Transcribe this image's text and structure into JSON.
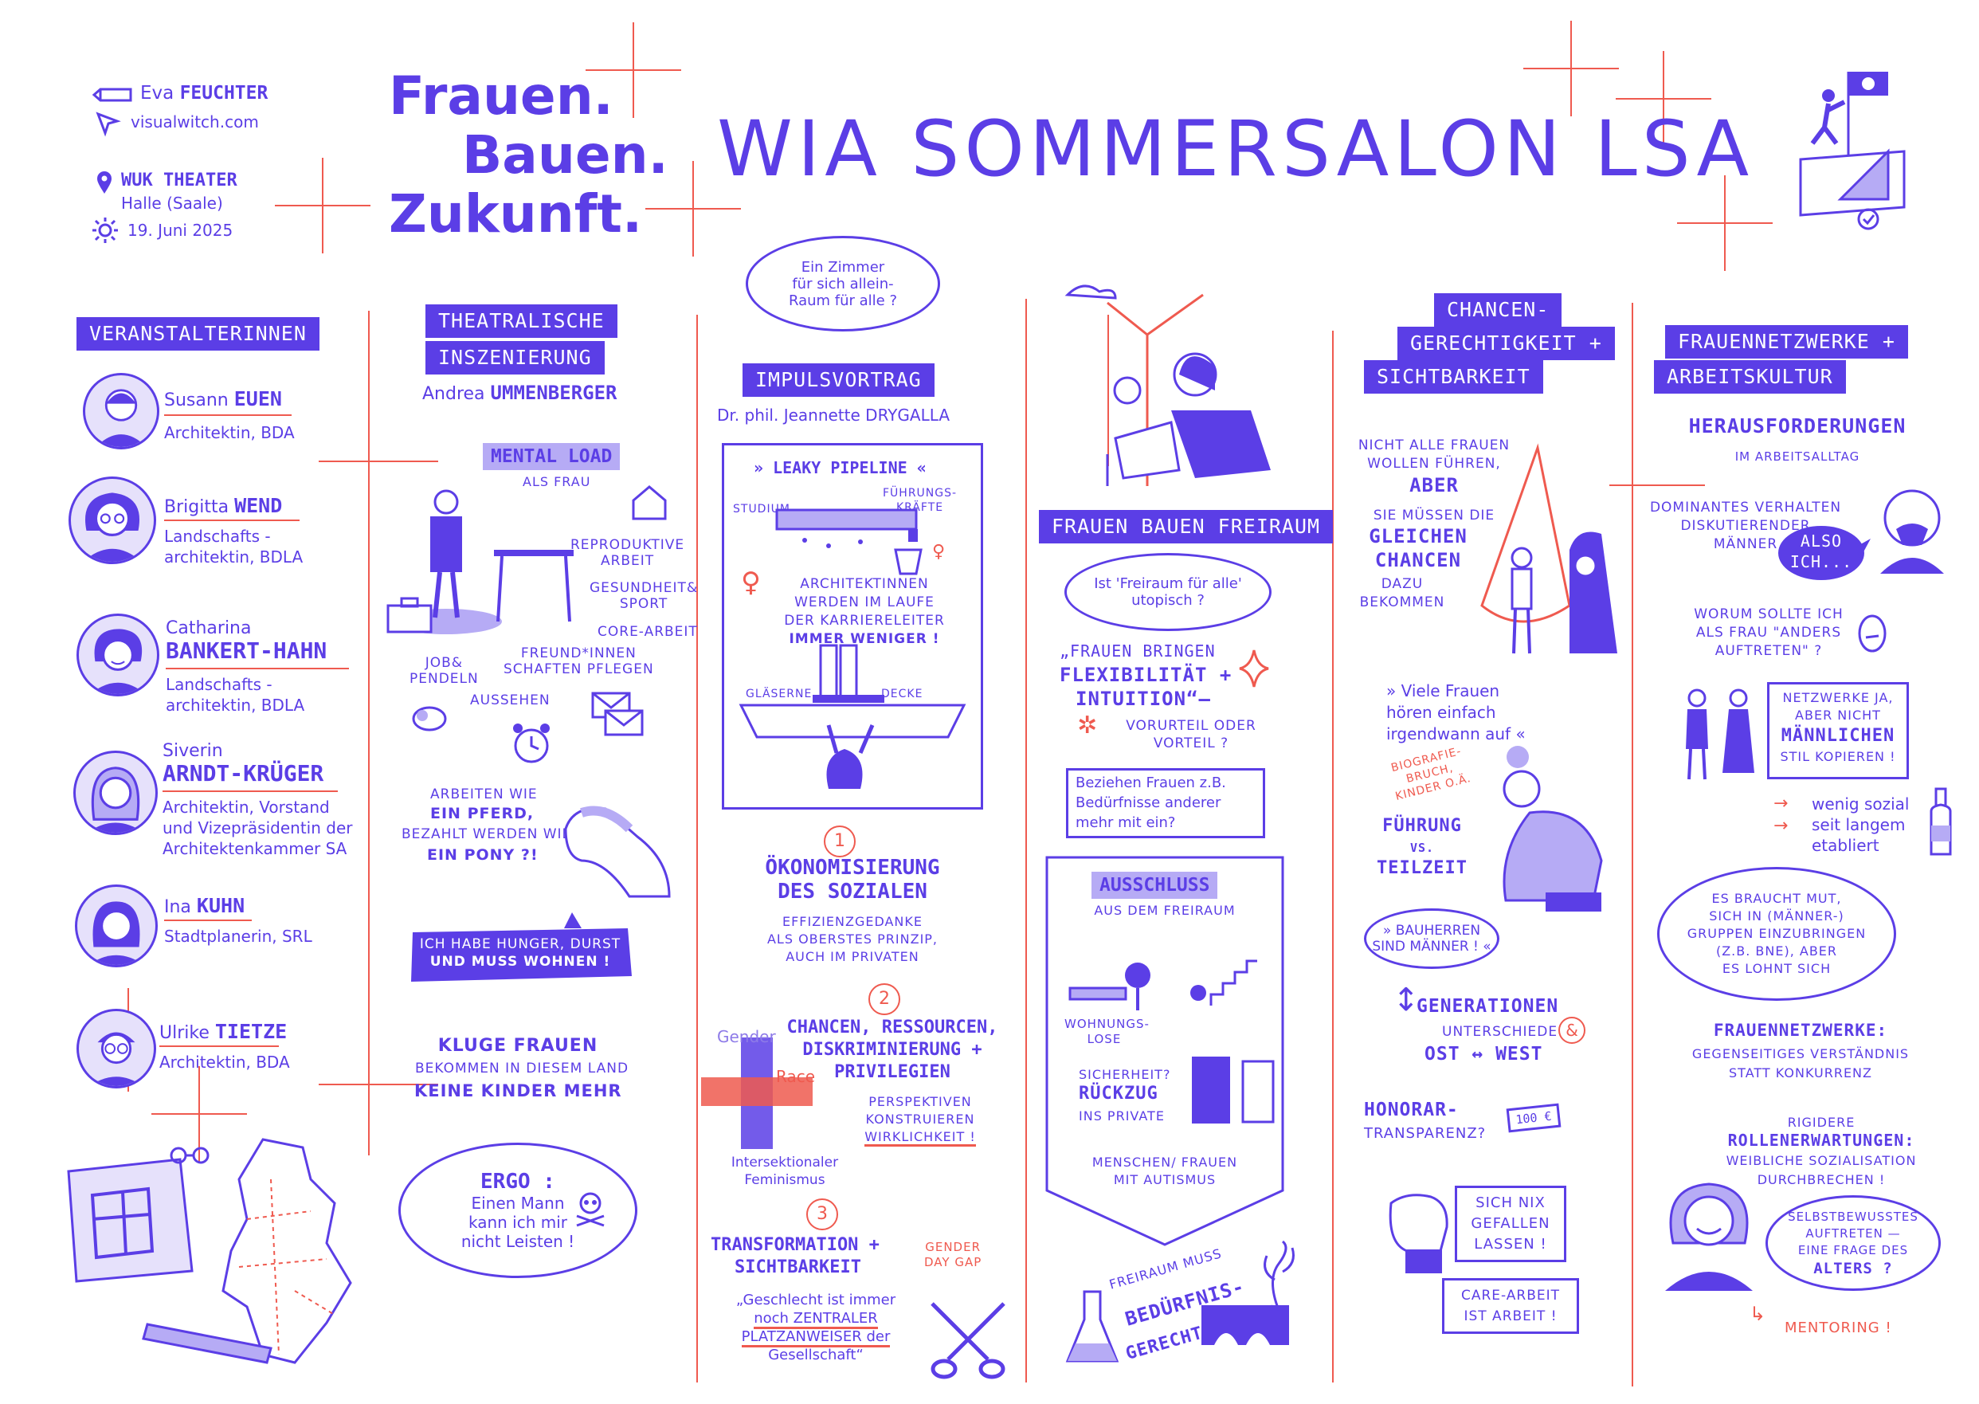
{
  "meta": {
    "author_first": "Eva",
    "author_last": "FEUCHTER",
    "website": "visualwitch.com",
    "venue": "WUK THEATER",
    "city": "Halle (Saale)",
    "date": "19. Juni 2025"
  },
  "title": {
    "logo_line1": "Frauen.",
    "logo_line2": "Bauen.",
    "logo_line3": "Zukunft.",
    "main": "WIA SOMMERSALON LSA"
  },
  "col1": {
    "header": "VERANSTALTERINNEN",
    "people": [
      {
        "first": "Susann",
        "last": "EUEN",
        "role1": "Architektin, BDA",
        "role2": "",
        "role3": ""
      },
      {
        "first": "Brigitta",
        "last": "WEND",
        "role1": "Landschafts -",
        "role2": "architektin, BDLA",
        "role3": ""
      },
      {
        "first": "Catharina",
        "last": "BANKERT-HAHN",
        "role1": "Landschafts -",
        "role2": "architektin, BDLA",
        "role3": ""
      },
      {
        "first": "Siverin",
        "last": "ARNDT-KRÜGER",
        "role1": "Architektin, Vorstand",
        "role2": "und Vizepräsidentin der",
        "role3": "Architektenkammer SA"
      },
      {
        "first": "Ina",
        "last": "KUHN",
        "role1": "Stadtplanerin, SRL",
        "role2": "",
        "role3": ""
      },
      {
        "first": "Ulrike",
        "last": "TIETZE",
        "role1": "Architektin, BDA",
        "role2": "",
        "role3": ""
      }
    ]
  },
  "col2": {
    "header1": "THEATRALISCHE",
    "header2": "INSZENIERUNG",
    "speaker_first": "Andrea",
    "speaker_last": "UMMENBERGER",
    "mental_load": "MENTAL LOAD",
    "als_frau": "ALS FRAU",
    "repro1": "REPRODUKTIVE",
    "repro2": "ARBEIT",
    "gesund1": "GESUNDHEIT&",
    "gesund2": "SPORT",
    "core": "CORE-ARBEIT",
    "freund1": "FREUND*INNEN",
    "freund2": "SCHAFTEN PFLEGEN",
    "job1": "JOB&",
    "job2": "PENDELN",
    "aussehen": "AUSSEHEN",
    "pferd1": "ARBEITEN WIE",
    "pferd2": "EIN PFERD,",
    "pferd3": "BEZAHLT WERDEN WIE",
    "pferd4": "EIN PONY ?!",
    "hunger1": "ICH HABE HUNGER, DURST",
    "hunger2": "UND MUSS WOHNEN !",
    "kluge1": "KLUGE FRAUEN",
    "kluge2": "BEKOMMEN IN DIESEM LAND",
    "kluge3": "KEINE KINDER MEHR",
    "ergo1": "ERGO :",
    "ergo2": "Einen Mann",
    "ergo3": "kann ich mir",
    "ergo4": "nicht Leisten !"
  },
  "col3": {
    "bubble1": "Ein Zimmer",
    "bubble2": "für sich allein-",
    "bubble3": "Raum für alle ?",
    "header": "IMPULSVORTRAG",
    "speaker": "Dr. phil. Jeannette DRYGALLA",
    "leaky": "» LEAKY PIPELINE «",
    "studium": "STUDIUM",
    "fuehrung1": "FÜHRUNGS-",
    "fuehrung2": "KRÄFTE",
    "archi1": "ARCHITEKTINNEN",
    "archi2": "WERDEN IM LAUFE",
    "archi3": "DER KARRIERELEITER",
    "archi4": "IMMER WENIGER !",
    "glaeserne": "GLÄSERNE",
    "decke": "DECKE",
    "n1": "1",
    "oeko1": "ÖKONOMISIERUNG",
    "oeko2": "DES SOZIALEN",
    "eff1": "EFFIZIENZGEDANKE",
    "eff2": "ALS OBERSTES PRINZIP,",
    "eff3": "AUCH IM PRIVATEN",
    "n2": "2",
    "chancen1": "CHANCEN, RESSOURCEN,",
    "chancen2": "DISKRIMINIERUNG +",
    "chancen3": "PRIVILEGIEN",
    "gender": "Gender",
    "race": "Race",
    "persp1": "PERSPEKTIVEN",
    "persp2": "KONSTRUIEREN",
    "persp3": "WIRKLICHKEIT !",
    "inter1": "Intersektionaler",
    "inter2": "Feminismus",
    "n3": "3",
    "trans1": "TRANSFORMATION +",
    "trans2": "SICHTBARKEIT",
    "gap1": "GENDER",
    "gap2": "DAY GAP",
    "quote1": "„Geschlecht ist immer",
    "quote2": "noch ZENTRALER",
    "quote3": "PLATZANWEISER der",
    "quote4": "Gesellschaft“"
  },
  "col4": {
    "header": "FRAUEN BAUEN FREIRAUM",
    "utop1": "Ist 'Freiraum für alle'",
    "utop2": "utopisch ?",
    "flex1": "„FRAUEN BRINGEN",
    "flex2": "FLEXIBILITÄT +",
    "flex3": "INTUITION“—",
    "vorurteil1": "VORURTEIL ODER",
    "vorurteil2": "VORTEIL ?",
    "bez1": "Beziehen Frauen z.B.",
    "bez2": "Bedürfnisse anderer",
    "bez3": "mehr mit ein?",
    "ausschluss": "AUSSCHLUSS",
    "aus_sub": "AUS DEM FREIRAUM",
    "wohnungs1": "WOHNUNGS-",
    "wohnungs2": "LOSE",
    "sicher1": "SICHERHEIT?",
    "sicher2": "RÜCKZUG",
    "sicher3": "INS PRIVATE",
    "autis1": "MENSCHEN/ FRAUEN",
    "autis2": "MIT AUTISMUS",
    "bed1": "FREIRAUM MUSS",
    "bed2": "BEDÜRFNIS-",
    "bed3": "GERECHT SEIN !"
  },
  "col5": {
    "header1": "CHANCEN-",
    "header2": "GERECHTIGKEIT +",
    "header3": "SICHTBARKEIT",
    "nicht1": "NICHT ALLE FRAUEN",
    "nicht2": "WOLLEN FÜHREN,",
    "aber": "ABER",
    "sie": "SIE MÜSSEN DIE",
    "gleich1": "GLEICHEN",
    "gleich2": "CHANCEN",
    "dazu1": "DAZU",
    "dazu2": "BEKOMMEN",
    "viele1": "» Viele Frauen",
    "viele2": "hören einfach",
    "viele3": "irgendwann auf «",
    "bio1": "BIOGRAFIE-",
    "bio2": "BRUCH,",
    "bio3": "KINDER O.Ä.",
    "fuehr1": "FÜHRUNG",
    "fuehr2": "vs.",
    "fuehr3": "TEILZEIT",
    "bauh1": "» BAUHERREN",
    "bauh2": "SIND MÄNNER ! «",
    "gen1": "GENERATIONEN",
    "gen2": "UNTERSCHIEDE",
    "amp": "&",
    "gen3": "OST ↔ WEST",
    "hon1": "HONORAR-",
    "hon2": "TRANSPARENZ?",
    "money": "100 €",
    "nix1": "SICH NIX",
    "nix2": "GEFALLEN",
    "nix3": "LASSEN !",
    "care1": "CARE-ARBEIT",
    "care2": "IST ARBEIT !"
  },
  "col6": {
    "header1": "FRAUENNETZWERKE +",
    "header2": "ARBEITSKULTUR",
    "heraus": "HERAUSFORDERUNGEN",
    "heraus_sub": "IM ARBEITSALLTAG",
    "dom1": "DOMINANTES VERHALTEN",
    "dom2": "DISKUTIERENDER",
    "dom3": "MÄNNER",
    "also1": "ALSO",
    "also2": "ICH...",
    "worum1": "WORUM SOLLTE ICH",
    "worum2": "ALS FRAU \"ANDERS",
    "worum3": "AUFTRETEN\" ?",
    "netz1": "NETZWERKE JA,",
    "netz2": "ABER NICHT",
    "netz3": "MÄNNLICHEN",
    "netz4": "STIL KOPIEREN !",
    "wenig1": "wenig sozial",
    "wenig2": "seit langem",
    "wenig3": "etabliert",
    "mut1": "ES BRAUCHT MUT,",
    "mut2": "SICH IN (MÄNNER-)",
    "mut3": "GRUPPEN EINZUBRINGEN",
    "mut4": "(Z.B. BNE), ABER",
    "mut5": "ES LOHNT SICH",
    "fn1": "FRAUENNETZWERKE:",
    "fn2": "GEGENSEITIGES VERSTÄNDNIS",
    "fn3": "STATT KONKURRENZ",
    "rig1": "RIGIDERE",
    "rig2": "ROLLENERWARTUNGEN:",
    "rig3": "WEIBLICHE SOZIALISATION",
    "rig4": "DURCHBRECHEN !",
    "selbst1": "SELBSTBEWUSSTES",
    "selbst2": "AUFTRETEN —",
    "selbst3": "EINE FRAGE DES",
    "selbst4": "ALTERS ?",
    "mentoring": "MENTORING !"
  },
  "colors": {
    "purple": "#5b3ee6",
    "light": "#b6abf5",
    "red": "#ef5a4f"
  }
}
